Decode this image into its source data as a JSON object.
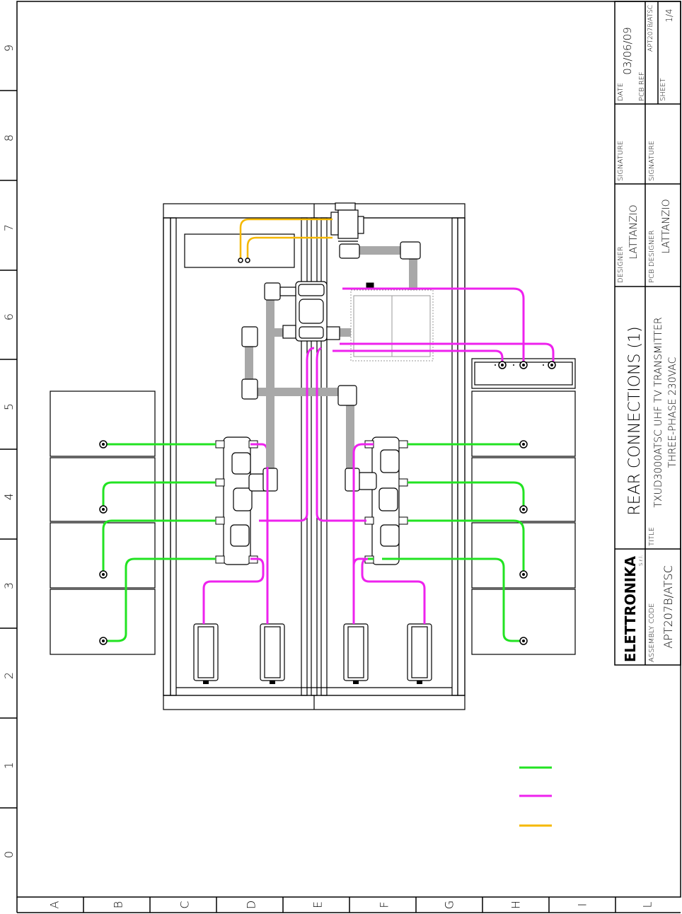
{
  "title_block": {
    "date_label": "DATE",
    "date_value": "03/06/09",
    "pcb_ref_label": "PCB REF",
    "pcb_ref_value": "APT207B/ATSC",
    "sheet_label": "SHEET",
    "sheet_value": "1/4",
    "signature_label_1": "SIGNATURE",
    "signature_label_2": "SIGNATURE",
    "designer_label": "DESIGNER",
    "designer_value": "LATTANZIO",
    "pcb_designer_label": "PCB DESIGNER",
    "pcb_designer_value": "LATTANZIO",
    "drawing_title": "REAR CONNECTIONS (1)",
    "title_label": "TITLE",
    "title_line_1": "TXUD3000ATSC UHF TV TRANSMITTER",
    "title_line_2": "THREE-PHASE 230VAC",
    "assembly_code_label": "ASSEMBLY CODE",
    "assembly_code_value": "APT207B/ATSC",
    "logo_text": "ELETTRONIKA",
    "logo_suffix": "S.r.l."
  },
  "grid_rows": [
    "9",
    "8",
    "7",
    "6",
    "5",
    "4",
    "3",
    "2",
    "1",
    "0"
  ],
  "grid_cols": [
    "A",
    "B",
    "C",
    "D",
    "E",
    "F",
    "G",
    "H",
    "I",
    "L"
  ],
  "colors": {
    "green_cable": "#22e322",
    "magenta_cable": "#ee22ee",
    "orange_cable": "#f5b800",
    "gray_duct": "#a8a8a8",
    "outline": "#000000"
  },
  "legend": [
    {
      "color_key": "green_cable"
    },
    {
      "color_key": "magenta_cable"
    },
    {
      "color_key": "orange_cable"
    }
  ]
}
